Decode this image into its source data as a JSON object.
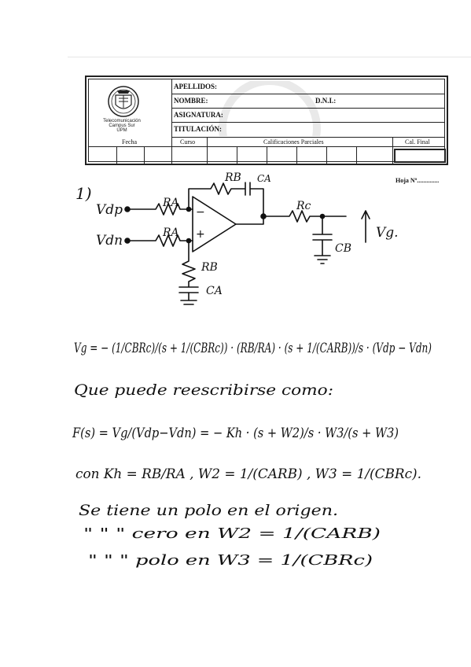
{
  "header_form": {
    "logo": {
      "lines": [
        "Telecomunicación",
        "Campus Sur",
        "UPM"
      ]
    },
    "fields": {
      "apellidos": "APELLIDOS:",
      "nombre": "NOMBRE:",
      "dni": "D.N.I.:",
      "asignatura": "ASIGNATURA:",
      "titulacion": "TITULACIÓN:"
    },
    "grades": {
      "fecha": "Fecha",
      "curso": "Curso",
      "calificaciones": "Calificaciones Parciales",
      "cal_final": "Cal. Final"
    }
  },
  "hoja_label": "Hoja Nº..............",
  "handwriting": {
    "problem_number": "1)",
    "circuit_labels": {
      "input_top": "Vdp",
      "input_bottom": "Vdn",
      "ra_top": "RA",
      "ra_bottom": "RA",
      "rb_top": "RB",
      "ca_top": "CA",
      "rb_bottom": "RB",
      "ca_bottom": "CA",
      "rc": "Rc",
      "cb": "CB",
      "output": "Vg.",
      "minus": "−",
      "plus": "+"
    },
    "eq1": "Vg = − (1/CBRc)/(s + 1/(CBRc)) · (RB/RA) · (s + 1/(CARB))/s · (Vdp − Vdn)",
    "line2": "Que puede reescribirse como:",
    "eq2": "F(s) = Vg/(Vdp−Vdn) = − Kh · (s + W2)/s · W3/(s + W3)",
    "eq3": "con Kh = RB/RA , W2 = 1/(CARB) , W3 = 1/(CBRc).",
    "line4": "Se tiene un polo en el origen.",
    "line5": "\" \" \" cero en W2 = 1/(CARB)",
    "line6": "\" \" \" polo en W3 = 1/(CBRc)"
  }
}
